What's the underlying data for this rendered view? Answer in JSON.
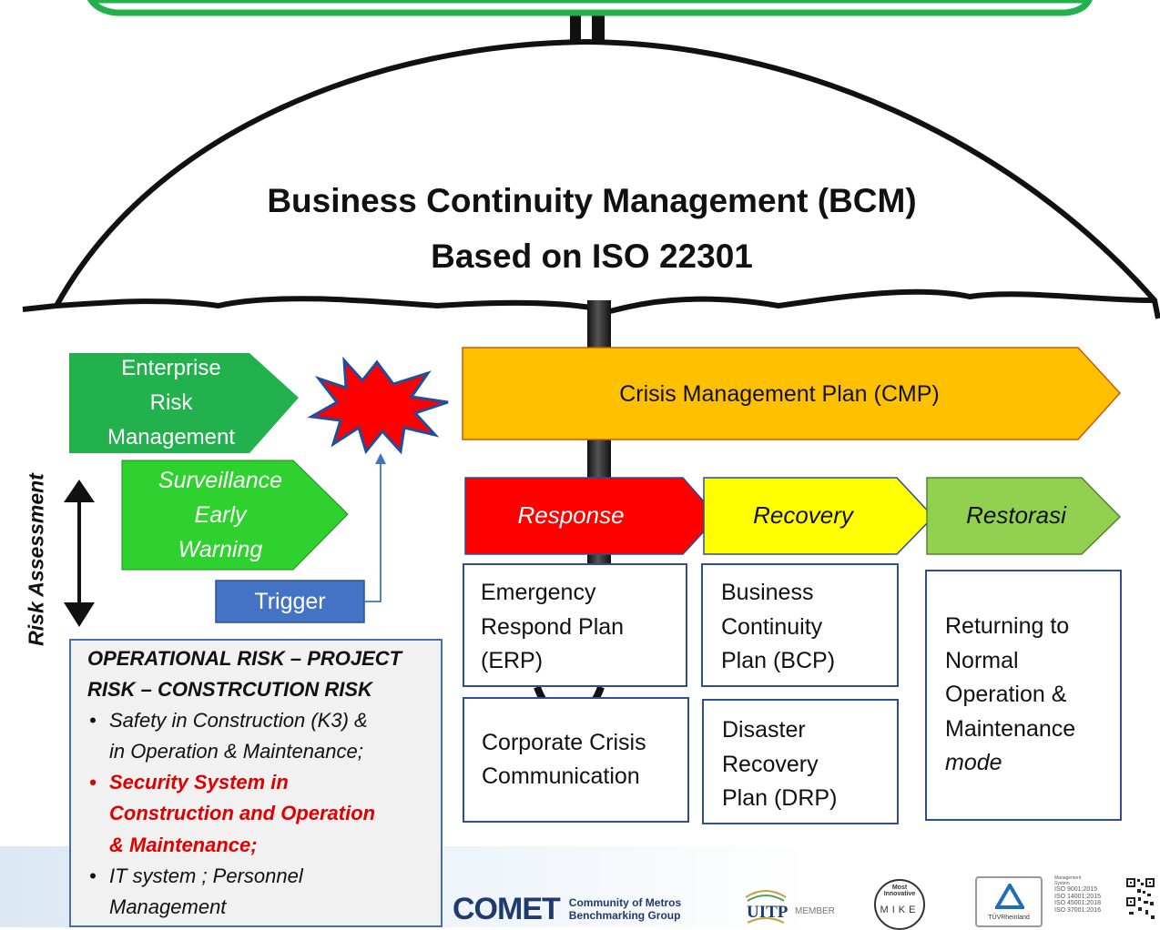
{
  "title": {
    "line1": "Business Continuity Management (BCM)",
    "line2": "Based on ISO 22301"
  },
  "left_flow": {
    "erm": [
      "Enterprise",
      "Risk",
      "Management"
    ],
    "surveillance": [
      "Surveillance",
      "Early",
      "Warning"
    ],
    "trigger": "Trigger",
    "risk_assessment": "Risk Assessment"
  },
  "cmp": {
    "label": "Crisis Management Plan (CMP)"
  },
  "phases": {
    "response": "Response",
    "recovery": "Recovery",
    "restorasi": "Restorasi"
  },
  "plans": {
    "erp": [
      "Emergency",
      "Respond Plan",
      "(ERP)"
    ],
    "ccc": [
      "Corporate Crisis",
      "Communication"
    ],
    "bcp": [
      "Business",
      "Continuity",
      "Plan (BCP)"
    ],
    "drp": [
      "Disaster",
      "Recovery",
      "Plan (DRP)"
    ],
    "normal": [
      "Returning to",
      "Normal",
      "Operation &",
      "Maintenance",
      "mode"
    ]
  },
  "risk_box": {
    "heading": [
      "OPERATIONAL RISK – PROJECT",
      "RISK – CONSTRCUTION RISK"
    ],
    "items": [
      {
        "lines": [
          "Safety in Construction (K3) &",
          "in Operation & Maintenance;"
        ],
        "highlight": false
      },
      {
        "lines": [
          "Security System in",
          "Construction and Operation",
          "& Maintenance;"
        ],
        "highlight": true
      },
      {
        "lines": [
          "IT system ; Personnel",
          "Management"
        ],
        "highlight": false
      }
    ],
    "bullet": "•"
  },
  "logos": {
    "comet": {
      "brand": "COMET",
      "tagline": [
        "Community of Metros",
        "Benchmarking Group"
      ]
    },
    "uitp": {
      "brand": "UITP",
      "tag": "MEMBER"
    },
    "mike": {
      "text": "Most Innovative",
      "letters": "MIKE"
    },
    "tuv": {
      "text": "TÜVRheinland"
    },
    "iso_certs": {
      "header": [
        "Management",
        "System"
      ],
      "lines": [
        "ISO 9001:2015",
        "ISO 14001:2015",
        "ISO 45001:2018",
        "ISO 37001:2016"
      ]
    }
  },
  "colors": {
    "top_bar": "#22b14c",
    "erm_green": "#22b14c",
    "surveillance_green": "#2ed12e",
    "trigger_blue": "#4472c4",
    "cmp_orange": "#ffc000",
    "response_red": "#ff0000",
    "recovery_yellow": "#ffff00",
    "restorasi_green": "#92d050",
    "box_border": "#2e4e8f",
    "highlight_red": "#e00000"
  }
}
